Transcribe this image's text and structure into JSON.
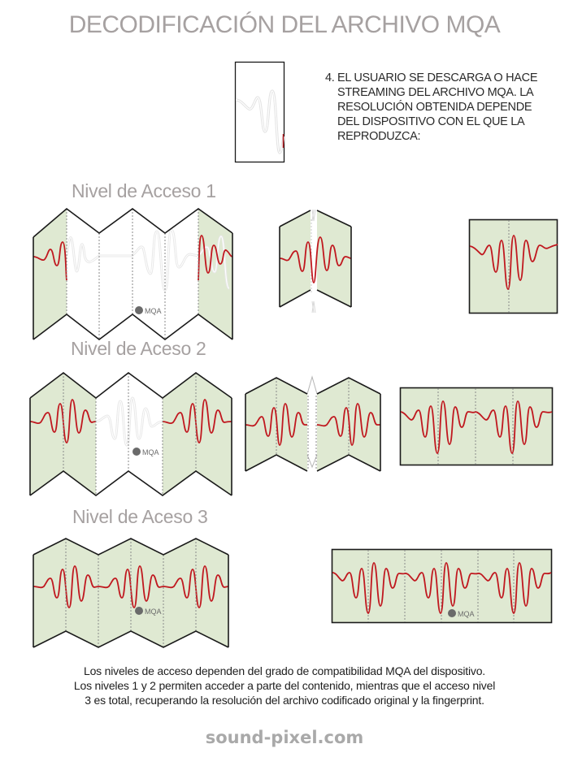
{
  "title": "DECODIFICACIÓN DEL ARCHIVO MQA",
  "step": {
    "number": "4.",
    "text": "EL USUARIO SE DESCARGA O HACE STREAMING DEL ARCHIVO MQA. LA RESOLUCIÓN OBTENIDA DEPENDE DEL DISPOSITIVO CON EL QUE LA REPRODUZCA:",
    "lines": [
      "EL USUARIO SE DESCARGA O HACE",
      "STREAMING DEL ARCHIVO MQA. LA",
      "RESOLUCIÓN OBTENIDA DEPENDE",
      "DEL DISPOSITIVO CON EL QUE LA",
      "REPRODUZCA:"
    ]
  },
  "levels": [
    {
      "label": "Nivel de Acceso 1",
      "panels_total": 6,
      "panels_decoded": [
        "first",
        "last"
      ],
      "stages": [
        "folded-file",
        "partially-unfolded",
        "single-panel-result"
      ]
    },
    {
      "label": "Nivel de Aceso 2",
      "panels_total": 6,
      "panels_decoded": [
        "1-2",
        "5-6"
      ],
      "stages": [
        "folded-file",
        "partially-unfolded",
        "two-panel-result"
      ]
    },
    {
      "label": "Nivel de Aceso 3",
      "panels_total": 6,
      "panels_decoded": [
        "all"
      ],
      "stages": [
        "folded-file",
        "fully-unfolded-result"
      ]
    }
  ],
  "logo": {
    "text": "MQA",
    "icon": "mqa-logo-icon"
  },
  "colors": {
    "title_gray": "#a6a1a1",
    "panel_green": "#dfe9d2",
    "wave_red": "#c0181f",
    "ghost_wave": "#e6e6e6",
    "outline": "#1a1a1a",
    "fold_line": "#8a8a8a"
  },
  "footer": {
    "lines": [
      "Los niveles de acceso dependen del grado de compatibilidad MQA del dispositivo.",
      "Los niveles 1 y 2 permiten acceder a parte del contenido, mientras que el acceso nivel",
      "3 es total, recuperando la resolución del archivo codificado original y la fingerprint."
    ]
  },
  "brand": "sound-pixel.com"
}
